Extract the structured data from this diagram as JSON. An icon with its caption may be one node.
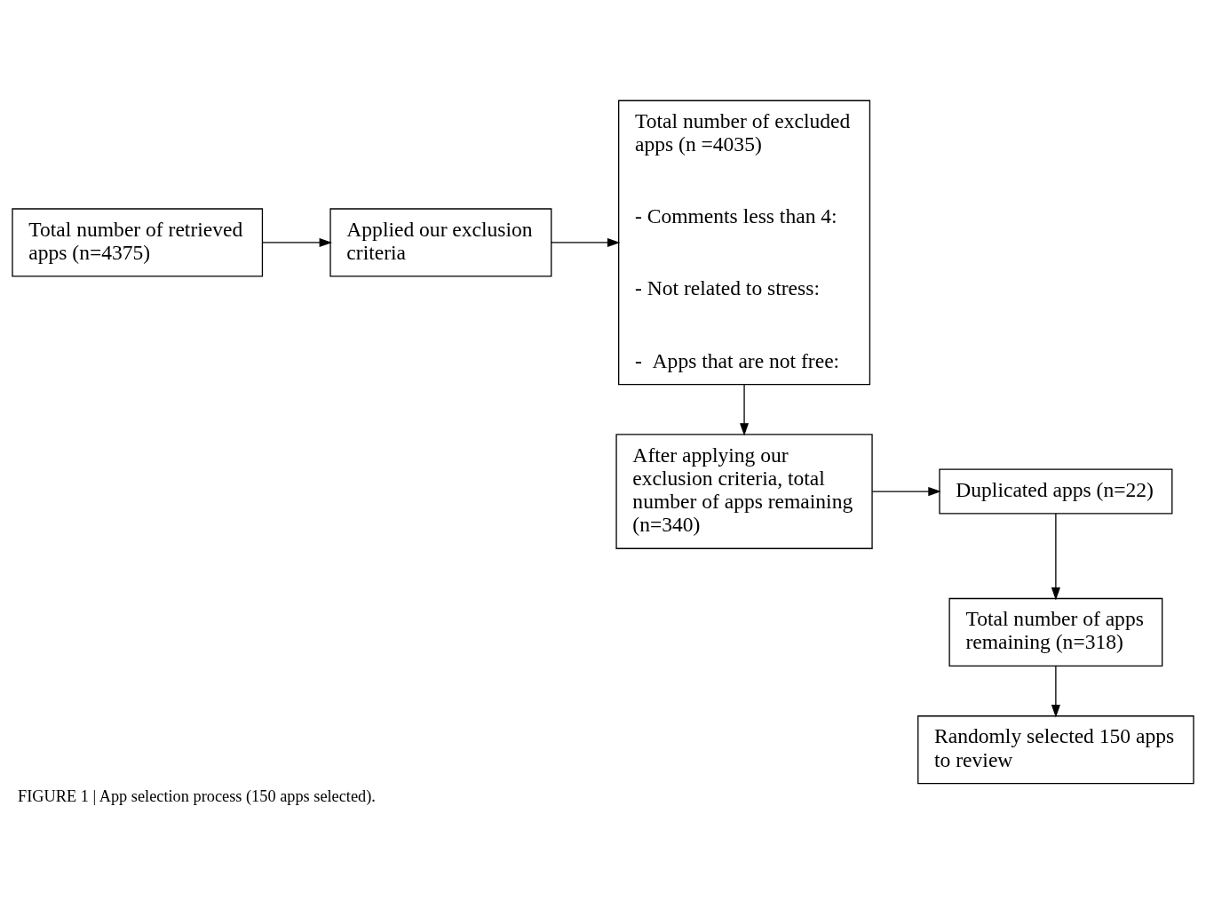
{
  "diagram": {
    "caption": "FIGURE 1 | App selection process (150 apps selected).",
    "nodes": [
      {
        "text": [
          "Total number of retrieved apps (n=4375)"
        ]
      },
      {
        "text": [
          "Applied our exclusion criteria"
        ]
      },
      {
        "text": [
          "Total number of excluded apps (n =4035)",
          "- Comments less than 4:",
          "- Not related to stress:",
          "-  Apps that are not free:"
        ]
      },
      {
        "text": [
          "Duplicated apps (n=22)"
        ]
      },
      {
        "text": [
          "After applying our exclusion criteria, total number of apps remaining (n=340)"
        ]
      },
      {
        "text": [
          "Total number of apps remaining (n=318)"
        ]
      },
      {
        "text": [
          "Randomly selected 150 apps to review"
        ]
      }
    ],
    "edges": [
      {
        "from": 0,
        "to": 1,
        "arrow": "to"
      },
      {
        "from": 1,
        "to": 2,
        "arrow": "to"
      },
      {
        "from": 2,
        "to": 4,
        "arrow": "to"
      },
      {
        "from": 4,
        "to": 3,
        "arrow": "to"
      },
      {
        "from": 3,
        "to": 5,
        "arrow": "to"
      },
      {
        "from": 5,
        "to": 6,
        "arrow": "to"
      }
    ]
  }
}
